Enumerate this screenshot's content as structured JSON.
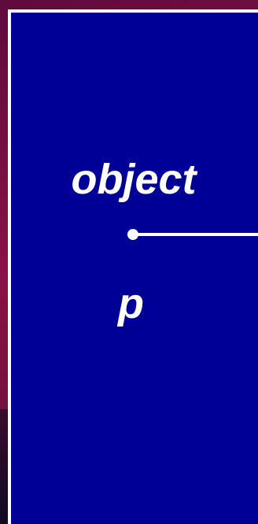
{
  "diagram": {
    "labels": {
      "object": "object",
      "pointer": "p"
    },
    "colors": {
      "panel_fill": "#000096",
      "panel_border": "#ffffff",
      "text": "#ffffff",
      "connector": "#ffffff",
      "background": "#7a103f"
    },
    "connector": {
      "style": "line with dot end",
      "direction": "right"
    }
  }
}
